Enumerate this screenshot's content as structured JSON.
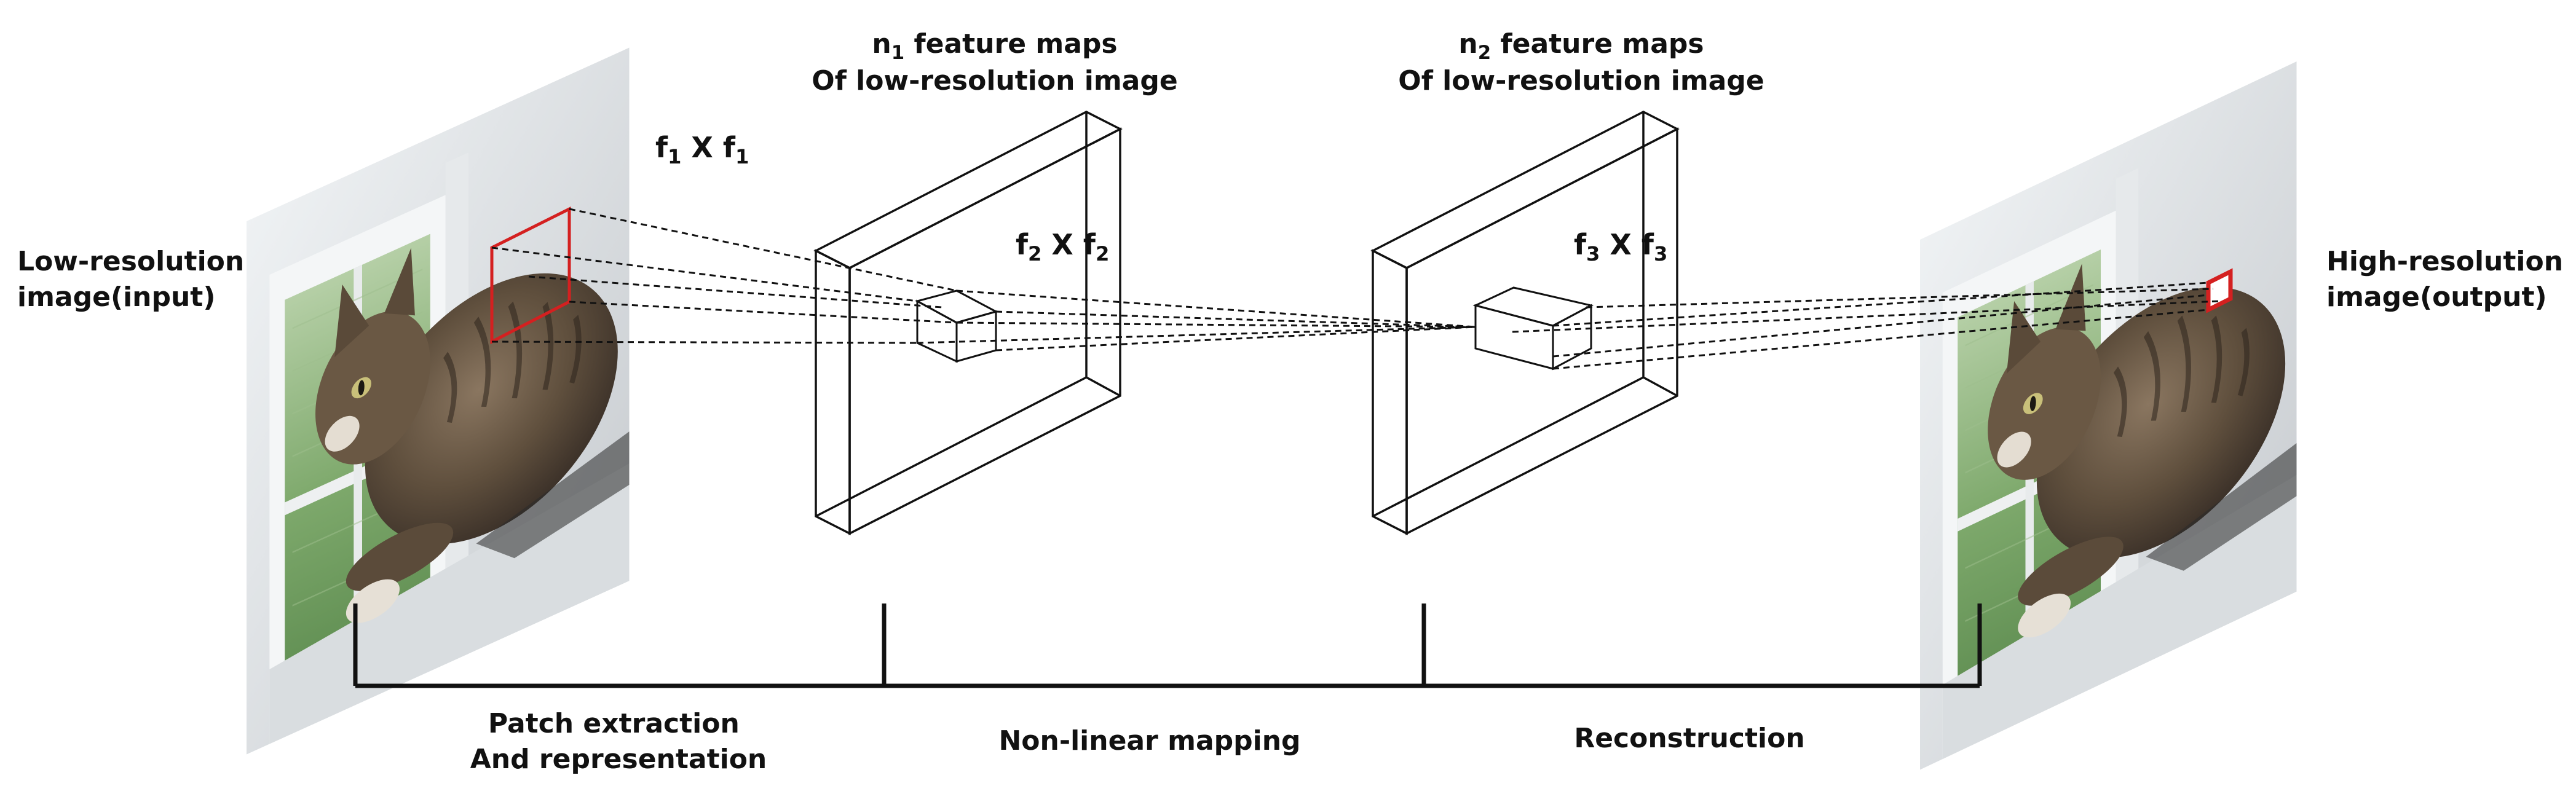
{
  "labels": {
    "input_line1": "Low-resolution",
    "input_line2": "image(input)",
    "output_line1": "High-resolution",
    "output_line2": "image(output)",
    "maps1_line1_base": "n",
    "maps1_line1_sub": "1",
    "maps1_line1_rest": " feature maps",
    "maps1_line2": "Of low-resolution image",
    "maps2_line1_base": "n",
    "maps2_line1_sub": "2",
    "maps2_line1_rest": " feature maps",
    "maps2_line2": "Of low-resolution image",
    "filter1": {
      "a": "f",
      "a_sub": "1",
      "x": " X ",
      "b": "f",
      "b_sub": "1"
    },
    "filter2": {
      "a": "f",
      "a_sub": "2",
      "x": " X ",
      "b": "f",
      "b_sub": "2"
    },
    "filter3": {
      "a": "f",
      "a_sub": "3",
      "x": " X ",
      "b": "f",
      "b_sub": "3"
    },
    "stage1_line1": "Patch extraction",
    "stage1_line2": "And representation",
    "stage2": "Non-linear mapping",
    "stage3": "Reconstruction"
  },
  "colors": {
    "patch_outline": "#d42020",
    "line": "#111111",
    "wall": "#dfe3e6",
    "window_glass": "#7aa468",
    "cat_fur": "#6b5a45"
  },
  "icons": {
    "input_image": "cat-photo",
    "output_image": "cat-photo"
  }
}
